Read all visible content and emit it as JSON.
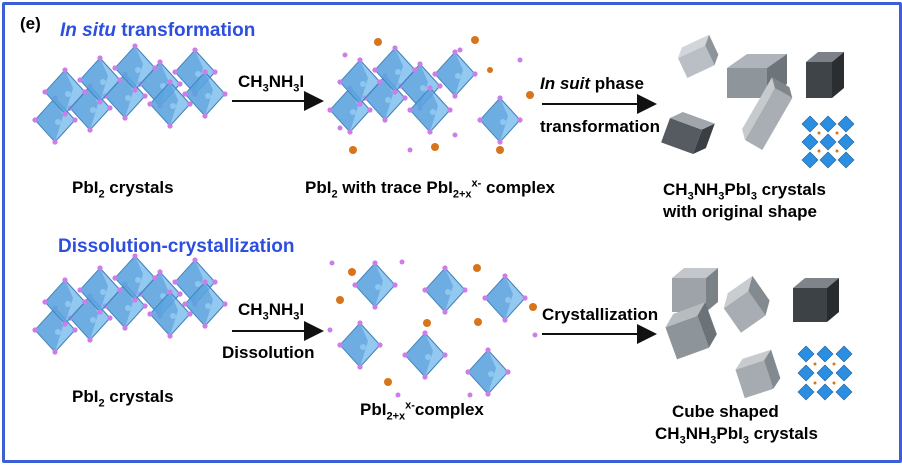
{
  "panel_label": "(e)",
  "top": {
    "title_italic": "In situ",
    "title_rest": " transformation",
    "left_label": [
      "PbI",
      "2",
      " crystals"
    ],
    "arrow1_label": [
      "CH",
      "3",
      "NH",
      "3",
      "I"
    ],
    "middle_label": [
      "PbI",
      "2",
      " with trace PbI",
      "2+x",
      "x-",
      " complex"
    ],
    "arrow2_label_italic": "In suit",
    "arrow2_label_rest": " phase",
    "arrow2_label_line2": "transformation",
    "right_label_line1": [
      "CH",
      "3",
      "NH",
      "3",
      "PbI",
      "3",
      " crystals"
    ],
    "right_label_line2": "with original shape"
  },
  "bottom": {
    "title": "Dissolution-crystallization",
    "left_label": [
      "PbI",
      "2",
      " crystals"
    ],
    "arrow1_label": [
      "CH",
      "3",
      "NH",
      "3",
      "I"
    ],
    "arrow1_label_line2": "Dissolution",
    "middle_label": [
      "PbI",
      "2+x",
      "x-",
      "complex"
    ],
    "arrow2_label": "Crystallization",
    "right_label_line1": "Cube shaped",
    "right_label_line2": [
      "CH",
      "3",
      "NH",
      "3",
      "PbI",
      "3",
      " crystals"
    ]
  },
  "colors": {
    "frame": "#3d5fd6",
    "title_blue": "#2d4fe0",
    "octahedron": "#5ea8e4",
    "iodide": "#cc7de8",
    "cation": "#d8741c",
    "crystal_gray": "#8f969c"
  }
}
